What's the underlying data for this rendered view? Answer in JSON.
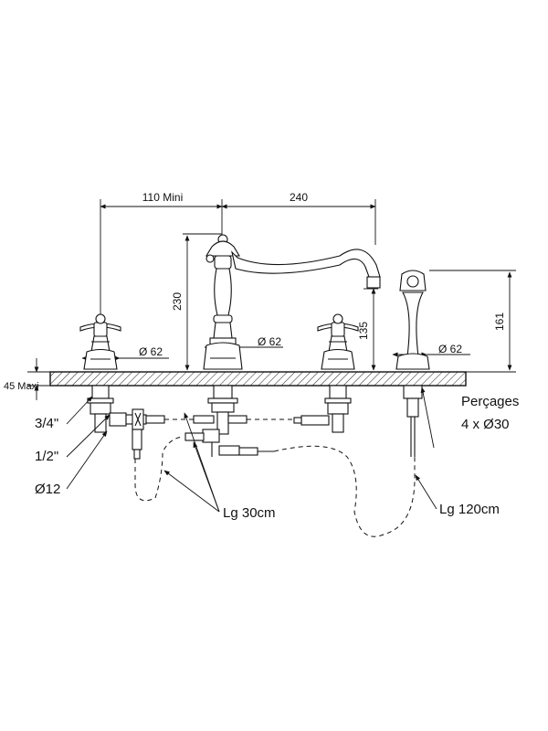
{
  "dimensions": {
    "spacing_left": "110 Mini",
    "spacing_right": "240",
    "spout_height": "230",
    "handle_height": "135",
    "shower_height": "161",
    "deck_max": "45 Maxi",
    "base_diam_1": "Ø 62",
    "base_diam_2": "Ø 62",
    "base_diam_3": "Ø 62"
  },
  "callouts": {
    "thread_large": "3/4\"",
    "thread_small": "1/2\"",
    "pipe_diam": "Ø12",
    "hose_short": "Lg 30cm",
    "hose_long": "Lg 120cm",
    "holes_label": "Perçages",
    "holes_value": "4 x Ø30"
  }
}
